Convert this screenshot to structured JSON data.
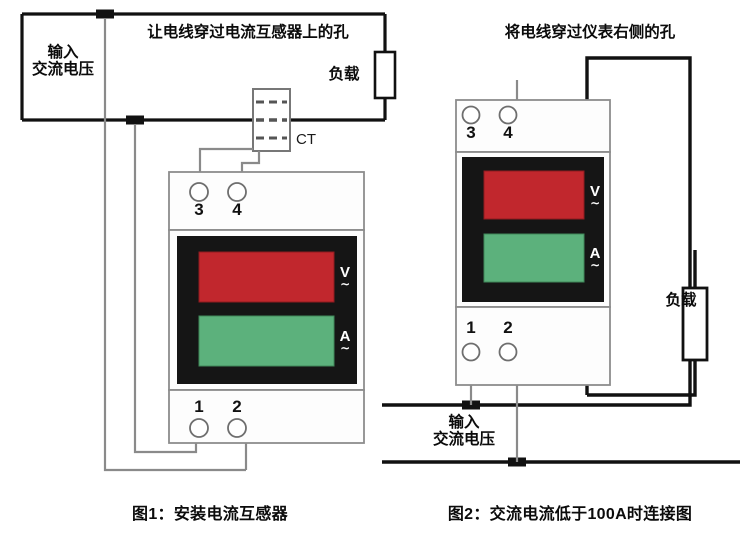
{
  "figure1": {
    "heading": "让电线穿过电流互感器上的孔",
    "caption": "图1：安装电流互感器",
    "input_label": "输入\n交流电压",
    "load_label": "负载",
    "ct_label": "CT",
    "meter": {
      "top_terminals": [
        "3",
        "4"
      ],
      "bottom_terminals": [
        "1",
        "2"
      ],
      "display_top": {
        "color": "#c1272d",
        "unit_letter": "V",
        "unit_wave": "∼"
      },
      "display_bottom": {
        "color": "#5cb17c",
        "unit_letter": "A",
        "unit_wave": "∼"
      },
      "bezel_color": "#151515",
      "body_color": "#fdfdfd"
    }
  },
  "figure2": {
    "heading": "将电线穿过仪表右侧的孔",
    "caption": "图2：交流电流低于100A时连接图",
    "input_label": "输入\n交流电压",
    "load_label": "负载",
    "meter": {
      "top_terminals": [
        "3",
        "4"
      ],
      "bottom_terminals": [
        "1",
        "2"
      ],
      "display_top": {
        "color": "#c1272d",
        "unit_letter": "V",
        "unit_wave": "∼"
      },
      "display_bottom": {
        "color": "#5cb17c",
        "unit_letter": "A",
        "unit_wave": "∼"
      },
      "bezel_color": "#151515",
      "body_color": "#fdfdfd"
    }
  },
  "colors": {
    "power_wire": "#111111",
    "signal_wire": "#8a8a8a",
    "junction": "#111111",
    "outline": "#5a5a5a",
    "load_outline": "#111111"
  }
}
